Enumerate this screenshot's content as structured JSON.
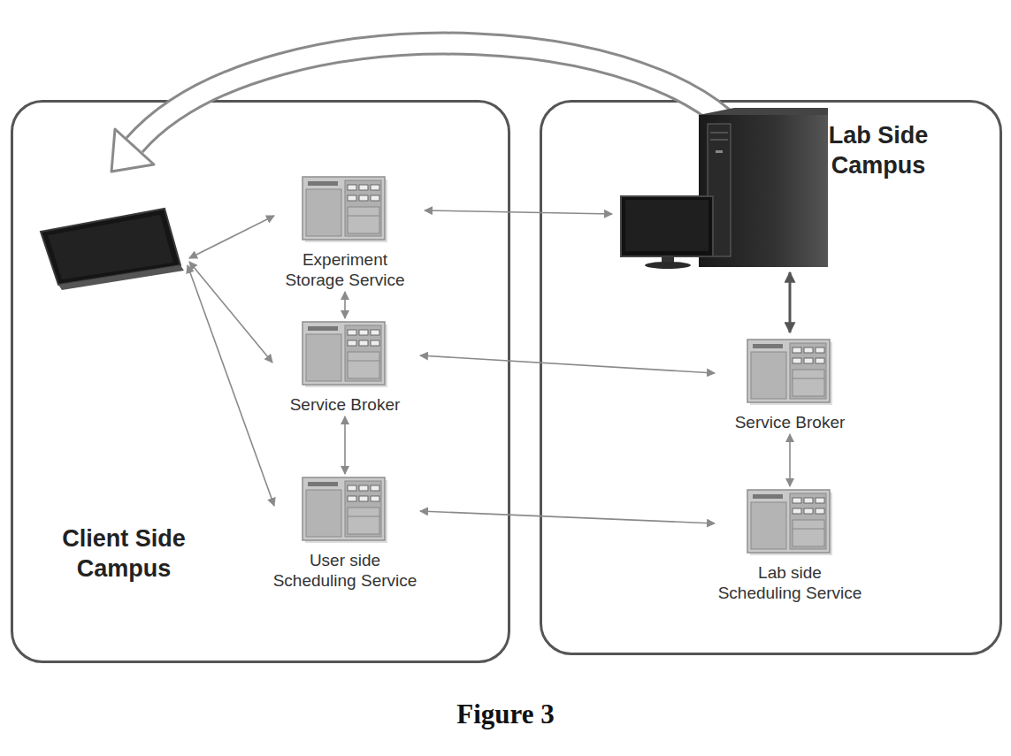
{
  "diagram": {
    "caption": "Figure 3",
    "nodes": [
      {
        "text": [
          "Client Side Campus"
        ]
      },
      {
        "text": [
          "Experiment Storage Service"
        ],
        "in": 0
      },
      {
        "text": [
          "Service Broker"
        ],
        "in": 0
      },
      {
        "text": [
          "User side Scheduling Service"
        ],
        "in": 0
      },
      {
        "text": [
          "Lab Side Campus"
        ]
      },
      {
        "text": [
          "Service Broker"
        ],
        "in": 4
      },
      {
        "text": [
          "Lab side Scheduling Service"
        ],
        "in": 4
      }
    ],
    "edges": [
      {
        "from": 1,
        "to": 2,
        "arrow": "both"
      },
      {
        "from": 2,
        "to": 3,
        "arrow": "both"
      },
      {
        "from": 2,
        "to": 5,
        "arrow": "both"
      },
      {
        "from": 3,
        "to": 6,
        "arrow": "both"
      },
      {
        "from": 5,
        "to": 6,
        "arrow": "both"
      }
    ]
  }
}
